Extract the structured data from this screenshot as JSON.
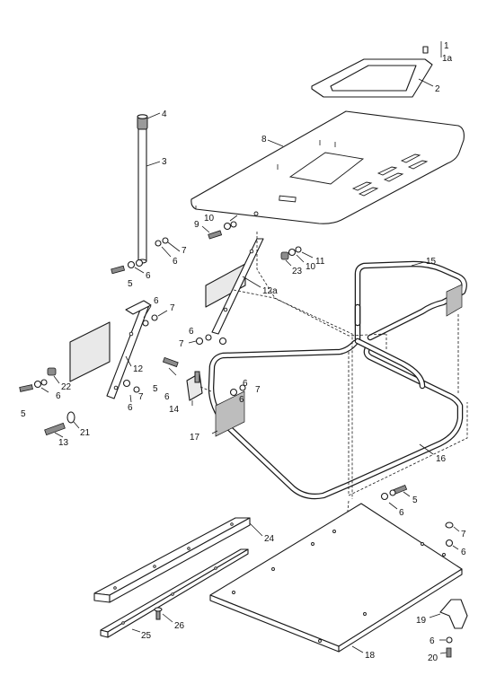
{
  "callouts": {
    "c1": "1",
    "c1a": "1a",
    "c2": "2",
    "c3": "3",
    "c4": "4",
    "c5a": "5",
    "c5b": "5",
    "c5c": "5",
    "c5d": "5",
    "c6a": "6",
    "c6b": "6",
    "c6c": "6",
    "c6d": "6",
    "c6e": "6",
    "c6f": "6",
    "c6g": "6",
    "c6h": "6",
    "c6i": "6",
    "c6j": "6",
    "c6k": "6",
    "c7a": "7",
    "c7b": "7",
    "c7c": "7",
    "c7d": "7",
    "c7e": "7",
    "c7f": "7",
    "c8": "8",
    "c9": "9",
    "c10a": "10",
    "c10b": "10",
    "c11": "11",
    "c12": "12",
    "c12a": "12a",
    "c13": "13",
    "c14": "14",
    "c15": "15",
    "c16": "16",
    "c17": "17",
    "c18": "18",
    "c19": "19",
    "c20": "20",
    "c21": "21",
    "c22": "22",
    "c23": "23",
    "c24": "24",
    "c25": "25",
    "c26": "26"
  }
}
